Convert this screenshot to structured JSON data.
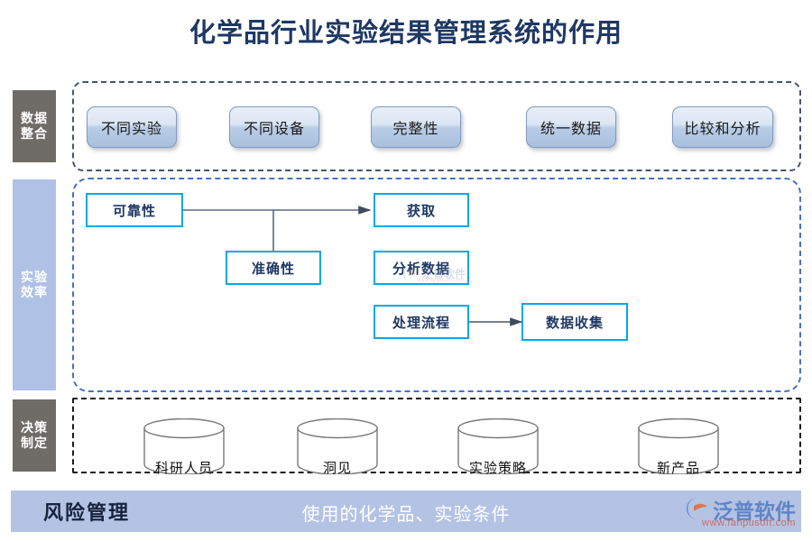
{
  "title": "化学品行业实验结果管理系统的作用",
  "rows": [
    {
      "id": "data-integration",
      "label": "数据\n整合",
      "label_text": "数据整合",
      "nodes": [
        "不同实验",
        "不同设备",
        "完整性",
        "统一数据",
        "比较和分析"
      ]
    },
    {
      "id": "experiment-efficiency",
      "label": "实验\n效率",
      "label_text": "实验效率",
      "nodes": [
        "可靠性",
        "准确性",
        "获取",
        "分析数据",
        "处理流程",
        "数据收集"
      ]
    },
    {
      "id": "decision-making",
      "label": "决策\n制定",
      "label_text": "决策制定",
      "nodes": [
        "科研人员",
        "洞见",
        "实验策略",
        "新产品"
      ]
    }
  ],
  "row1": {
    "label_line1": "数据",
    "label_line2": "整合",
    "buttons": [
      {
        "label": "不同实验"
      },
      {
        "label": "不同设备"
      },
      {
        "label": "完整性"
      },
      {
        "label": "统一数据"
      },
      {
        "label": "比较和分析"
      }
    ]
  },
  "row2": {
    "label_line1": "实验",
    "label_line2": "效率",
    "boxes": [
      {
        "label": "可靠性"
      },
      {
        "label": "准确性"
      },
      {
        "label": "获取"
      },
      {
        "label": "分析数据"
      },
      {
        "label": "处理流程"
      },
      {
        "label": "数据收集"
      }
    ]
  },
  "row3": {
    "label_line1": "决策",
    "label_line2": "制定",
    "cylinders": [
      {
        "label": "科研人员"
      },
      {
        "label": "洞见"
      },
      {
        "label": "实验策略"
      },
      {
        "label": "新产品"
      }
    ]
  },
  "footer": {
    "title": "风险管理",
    "note": "使用的化学品、实验条件"
  },
  "logo": {
    "name": "泛普软件",
    "url": "www.fanpusoft.com"
  },
  "watermark": {
    "name": "泛普软件",
    "url": "www.fanpusoft.com"
  },
  "colors": {
    "title": "#1f3864",
    "stage_label_gray": "#6f6c68",
    "stage_label_blue": "#b0c1e6",
    "box_border_cyan": "#00a9e8",
    "group_border_row1": "#46546f",
    "group_border_row2": "#4472c4",
    "group_border_row3": "#1a1a1a",
    "footer_bar": "#b4c3e4",
    "logo_text": "#5b7fc2",
    "logo_url": "#cc6050"
  }
}
